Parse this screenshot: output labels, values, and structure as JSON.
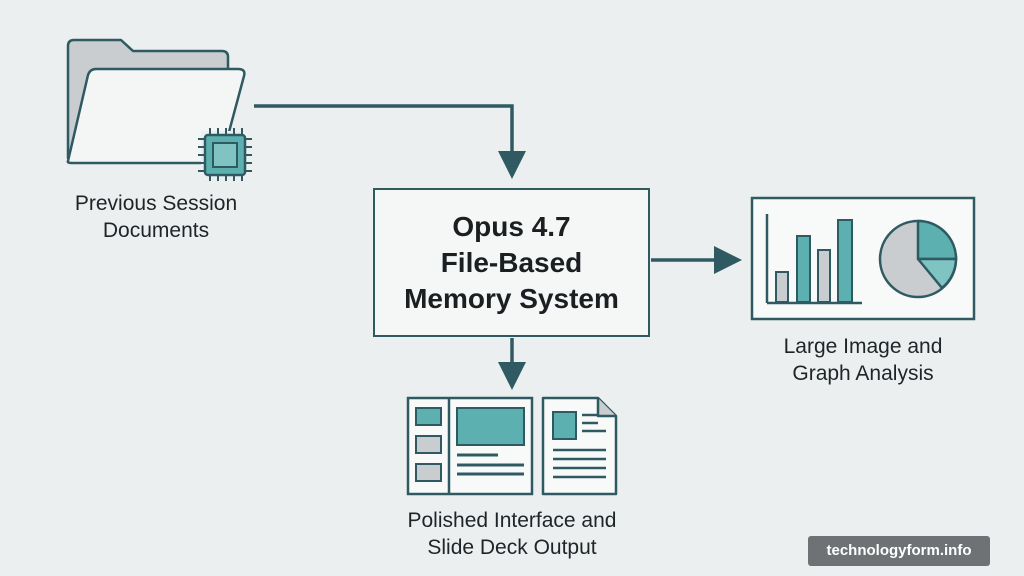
{
  "colors": {
    "background": "#eceff0",
    "stroke": "#2f5a62",
    "teal": "#5cb1b0",
    "gray_fill": "#c9cdcf",
    "text": "#1f2427",
    "watermark_bg": "#6f7275"
  },
  "nodes": {
    "previous_docs": {
      "icon": "folder-chip-icon",
      "label_line1": "Previous Session",
      "label_line2": "Documents"
    },
    "memory_system": {
      "line1": "Opus 4.7",
      "line2": "File-Based",
      "line3": "Memory System"
    },
    "image_graph": {
      "icon": "bar-pie-chart-icon",
      "label_line1": "Large Image and",
      "label_line2": "Graph Analysis"
    },
    "interface_slides": {
      "icon": "interface-slide-icon",
      "label_line1": "Polished Interface and",
      "label_line2": "Slide Deck Output"
    }
  },
  "edges": [
    {
      "from": "previous_docs",
      "to": "memory_system"
    },
    {
      "from": "memory_system",
      "to": "image_graph"
    },
    {
      "from": "memory_system",
      "to": "interface_slides"
    }
  ],
  "watermark": "technologyform.info"
}
